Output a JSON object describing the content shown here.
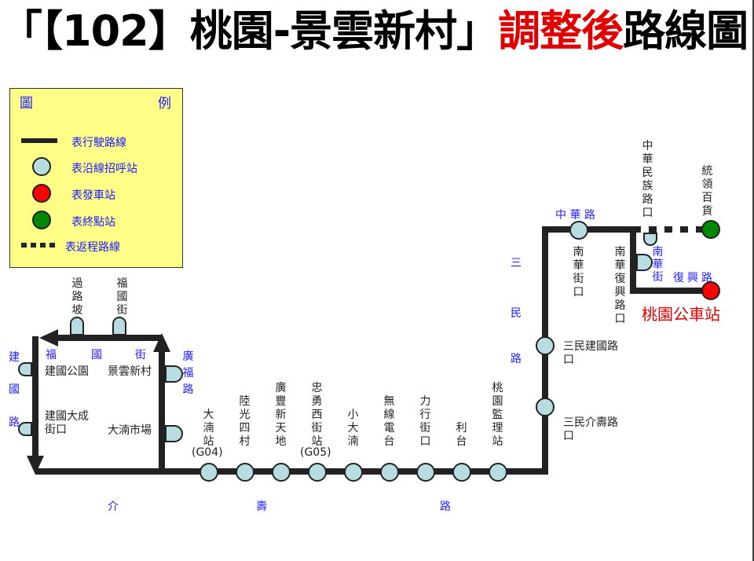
{
  "title": {
    "part1": "「【102】桃園-景雲新村」",
    "part2": "調整後",
    "part3": "路線圖"
  },
  "legend": {
    "heading_left": "圖",
    "heading_right": "例",
    "items": [
      "表行駛路線",
      "表沿線招呼站",
      "表發車站",
      "表終點站",
      "表返程路線"
    ]
  },
  "colors": {
    "route": "#222222",
    "stop": "#b8dde0",
    "start": "#ff0000",
    "end": "#008800",
    "legend_bg": "#ffff88",
    "road_label": "#2222ff"
  },
  "roads": {
    "fuguo": [
      "福",
      "國",
      "街"
    ],
    "jianguo": [
      "建",
      "國",
      "路"
    ],
    "guangfu": "廣福路",
    "jieshou": [
      "介",
      "壽",
      "路"
    ],
    "sanmin": [
      "三",
      "民",
      "路"
    ],
    "zhonghua": "中 華 路",
    "nanhua": "南華街",
    "fuxing": "復興路"
  },
  "stations": {
    "guolupo": "過路坡",
    "fuguo": "福國街",
    "jianguo_park": "建國公園",
    "jingyun": "景雲新村",
    "jianguo_dacheng": "建國大成街口",
    "dayong_market": "大湳市場",
    "dayong_station": "大湳站",
    "g04": "(G04)",
    "luguang": "陸光四村",
    "guangfeng": "廣豐新天地",
    "zhongyong": "忠勇西街站",
    "g05": "(G05)",
    "xiaodayong": "小大湳",
    "radio": "無線電台",
    "lixing": "力行街口",
    "litai": "利台",
    "prison": "桃園監理站",
    "sanmin_jieshou": "三民介壽路口",
    "sanmin_jianguo": "三民建國路口",
    "nanhua_st": "南華街口",
    "nanhua_fuxing": "南華復興路口",
    "zhonghua_minzu": "中華民族路口",
    "tongling": "統領百貨",
    "terminal": "桃園公車站"
  }
}
